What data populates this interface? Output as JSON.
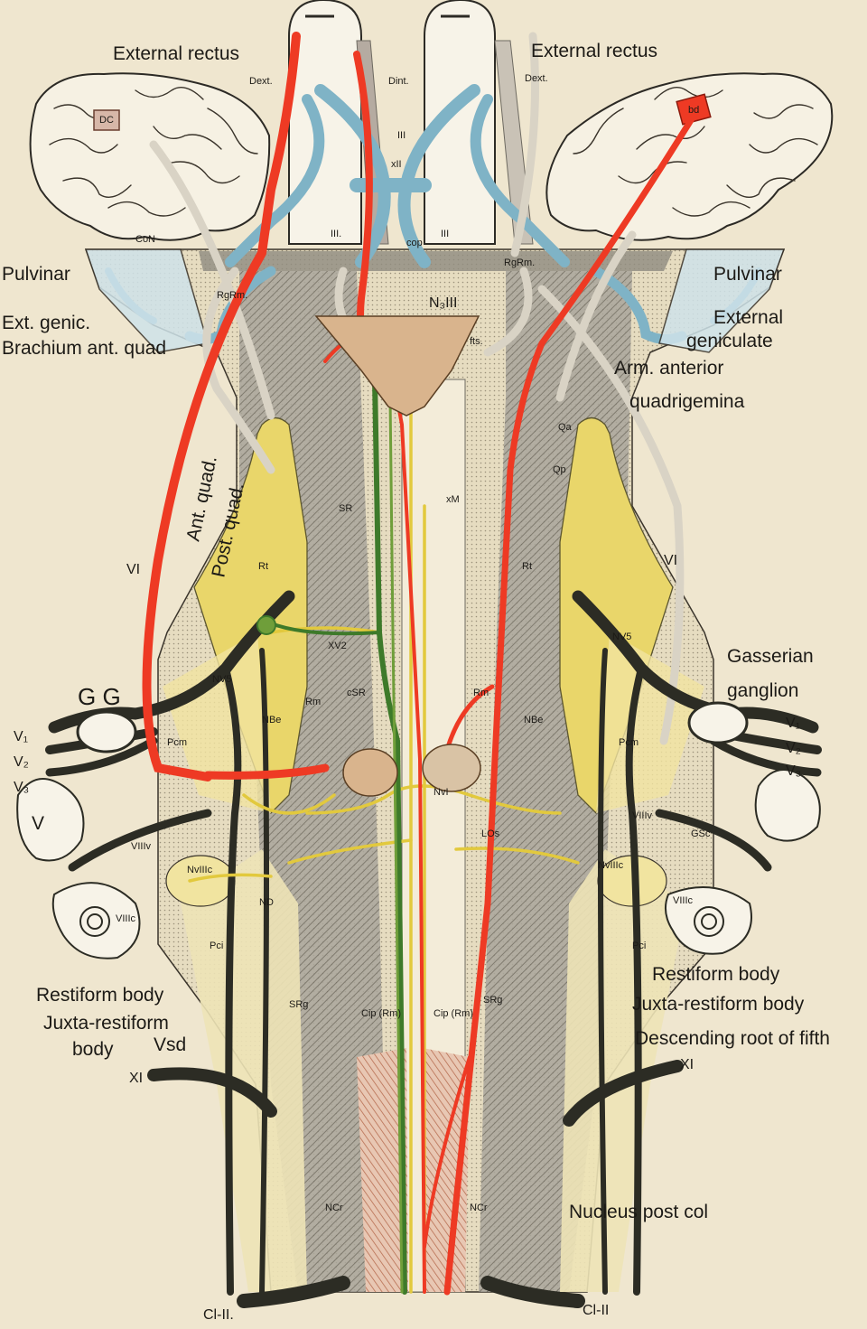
{
  "colors": {
    "paper": "#efe6cf",
    "motor_red": "#ee3a24",
    "oculomotor_blue": "#7fb3c6",
    "sensory_yellow": "#e9d66a",
    "nucleus_pale_yellow": "#f1e4a0",
    "pyramidal_green": "#3e7a2a",
    "fiber_black": "#2c2c24",
    "reticular_gray": "#9a968c",
    "nucleus_brown": "#c79c77",
    "capsule_white": "#f7f3e8"
  },
  "labels": {
    "left": {
      "external_rectus": "External rectus",
      "pulvinar": "Pulvinar",
      "ext_genic": "Ext. genic.",
      "brachium": "Brachium ant. quad",
      "ant_quad": "Ant. quad.",
      "post_quad": "Post. quad.",
      "vi": "VI",
      "gg": "G G",
      "v1": "V₁",
      "v2": "V₂",
      "v3": "V₃",
      "v": "V",
      "restiform": "Restiform body",
      "juxta_line1": "Juxta-restiform",
      "juxta_line2": "body",
      "vsd": "Vsd",
      "xi": "XI",
      "cl": "Cl-II."
    },
    "right": {
      "external_rectus": "External rectus",
      "pulvinar": "Pulvinar",
      "ext_geniculate_line1": "External",
      "ext_geniculate_line2": "geniculate",
      "arm_line1": "Arm. anterior",
      "arm_line2": "quadrigemina",
      "vi": "VI",
      "gasserian_line1": "Gasserian",
      "gasserian_line2": "ganglion",
      "v1": "V₁",
      "v2": "V₂",
      "v3": "V₃",
      "restiform": "Restiform body",
      "juxta": "Juxta-restiform body",
      "descending": "Descending root of fifth",
      "xi": "XI",
      "nucleus_post": "Nucleus post col",
      "cl": "Cl-II"
    },
    "small": {
      "dext_l": "Dext.",
      "dint": "Dint.",
      "dext_r": "Dext.",
      "iii_top": "III",
      "xii": "xII",
      "iii_l": "III.",
      "iii_r": "III",
      "cop": "cop",
      "rgrm_l": "RgRm.",
      "rgrm_r": "RgRm.",
      "n3": "N₃III",
      "fts": "fts.",
      "qa": "Qa",
      "qp": "Qp",
      "sr": "SR",
      "xm": "xM",
      "rt_l": "Rt",
      "rt_r": "Rt",
      "nv5_l": "NV5",
      "nv5_r": "NV5",
      "xv2": "XV2",
      "csr": "cSR",
      "rm_l": "Rm",
      "rm_r": "Rm",
      "nbe_l": "NBe",
      "nbe_r": "NBe",
      "pcm_l": "Pcm",
      "pcm_r": "Pcm",
      "nvi": "NvI",
      "nviii_l": "NvIIIc",
      "nviii_r": "NvIIIc",
      "nd": "ND",
      "pci_l": "Pci",
      "pci_r": "Pci",
      "srg_l": "SRg",
      "srg_r": "SRg",
      "cip_l": "Cip (Rm)",
      "cip_r": "Cip (Rm)",
      "ncr_l": "NCr",
      "ncr_r": "NCr",
      "dc": "DC",
      "bd": "bd",
      "con": "CoN",
      "viiic_l": "VIIIc",
      "viiic_r": "VIIIc",
      "viiiv_l": "VIIIv",
      "viiiv_r": "VIIIv",
      "gsc": "GSc",
      "los": "LOs"
    }
  }
}
